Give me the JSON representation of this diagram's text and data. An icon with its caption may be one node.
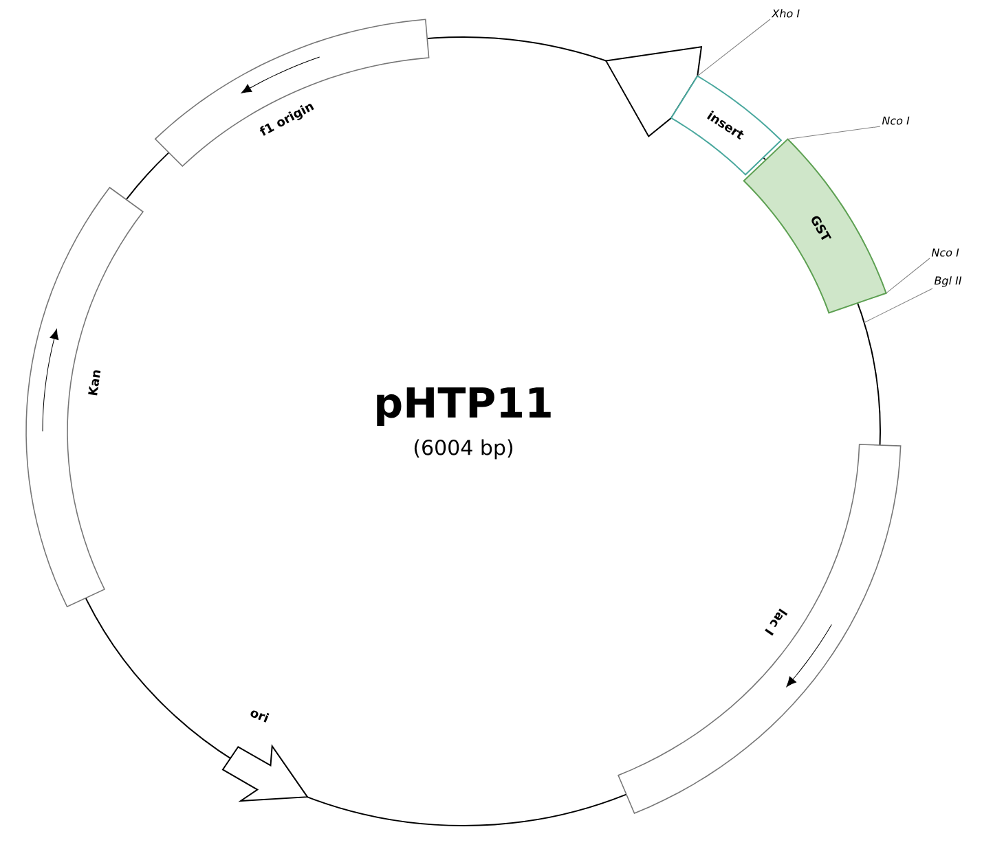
{
  "diagram": {
    "title": "pHTP11",
    "nodes": [
      {
        "text": [
          "f1 origin"
        ]
      },
      {
        "text": [
          "Kan"
        ]
      },
      {
        "text": [
          "ori"
        ]
      },
      {
        "text": [
          "lac I"
        ]
      },
      {
        "text": [
          "insert"
        ]
      },
      {
        "text": [
          "GST"
        ]
      },
      {
        "text": [
          "Xho I"
        ]
      },
      {
        "text": [
          "Nco I"
        ]
      },
      {
        "text": [
          "Nco I"
        ]
      },
      {
        "text": [
          "Bgl II"
        ]
      }
    ],
    "edges": [
      {
        "from": 6,
        "to": 4,
        "arrow": "none"
      },
      {
        "from": 7,
        "to": 5,
        "arrow": "none"
      },
      {
        "from": 8,
        "to": 5,
        "arrow": "none"
      },
      {
        "from": 9,
        "to": null,
        "arrow": "none"
      }
    ],
    "labels": [
      "(6004 bp)"
    ]
  }
}
